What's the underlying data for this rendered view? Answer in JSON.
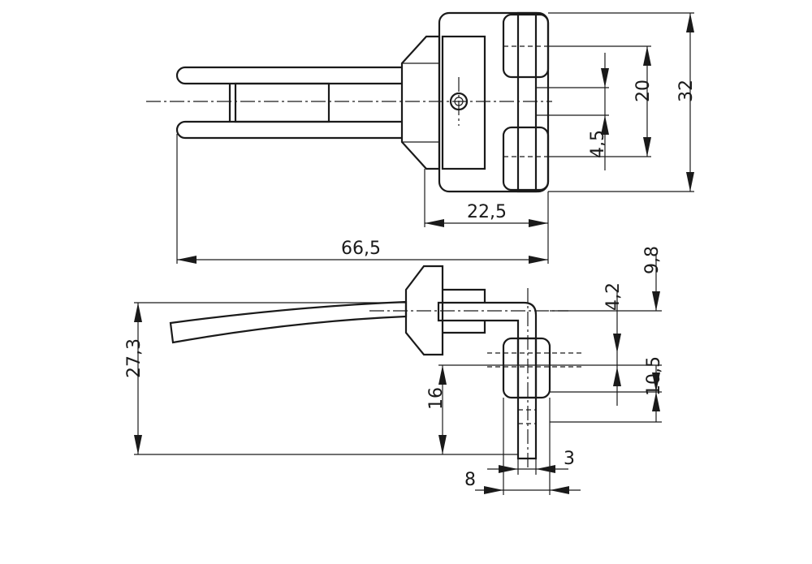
{
  "drawing": {
    "top_view": {
      "dim_width": "32",
      "dim_pad_spacing": "20",
      "dim_gap": "4,5",
      "dim_body_length": "22,5",
      "dim_total_length": "66,5"
    },
    "side_view": {
      "dim_top_offset": "9,8",
      "dim_plate_offset": "4,2",
      "dim_pad_height": "10,5",
      "dim_total_height": "27,3",
      "dim_mount_height": "16",
      "dim_plate_thickness": "3",
      "dim_pad_depth": "8"
    }
  }
}
